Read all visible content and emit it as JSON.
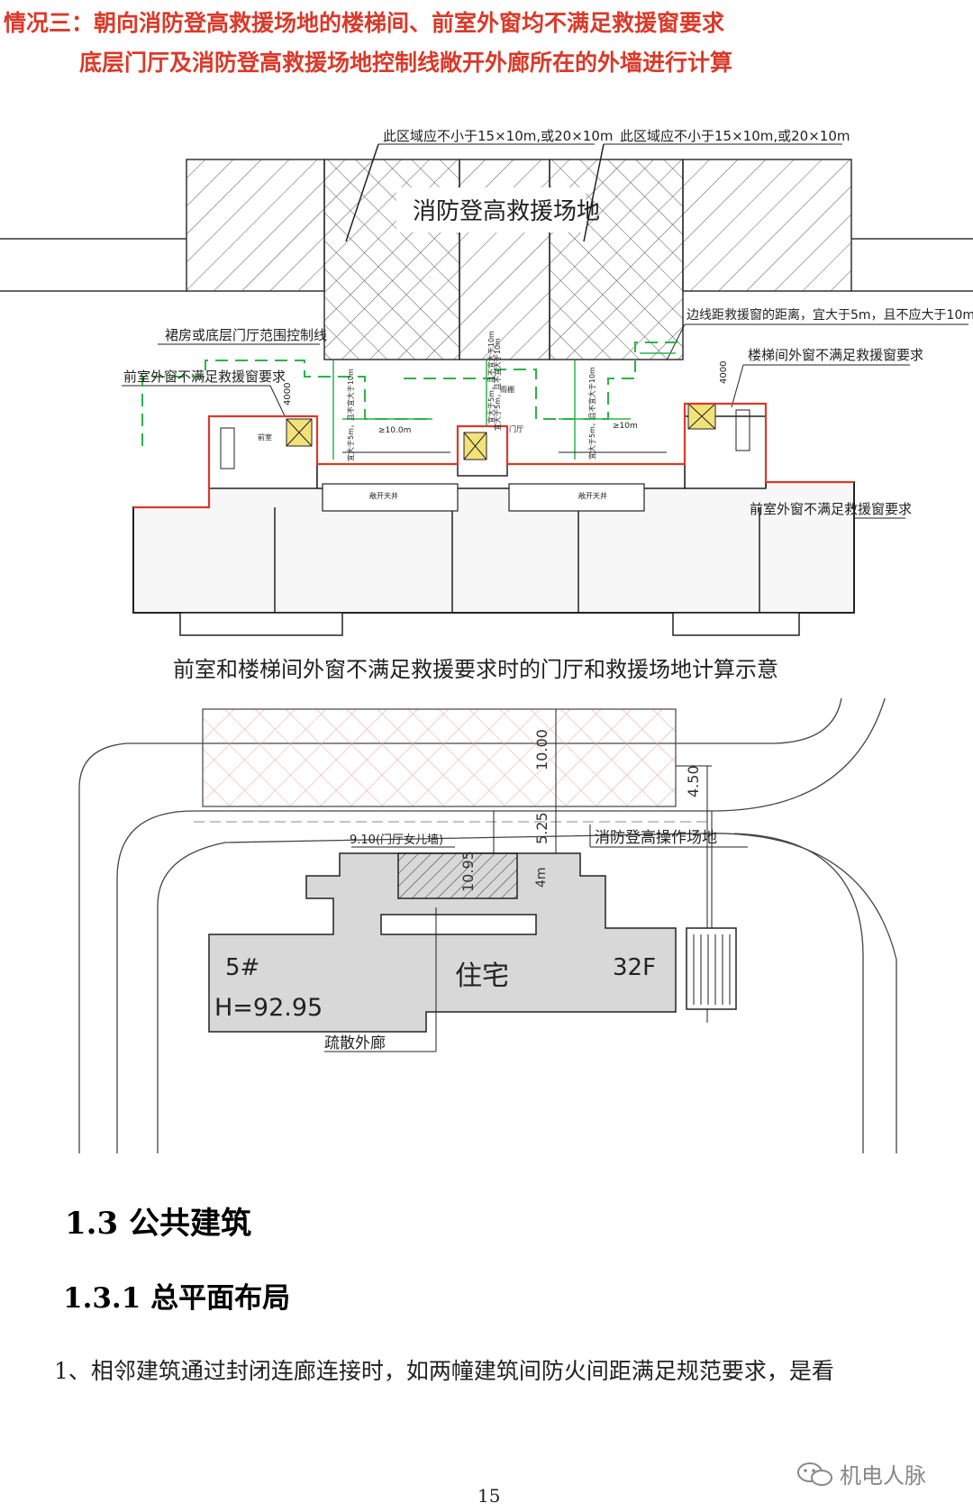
{
  "figure1": {
    "title_line1": "情况三：朝向消防登高救援场地的楼梯间、前室外窗均不满足救援窗要求",
    "title_line2": "底层门厅及消防登高救援场地控制线敞开外廊所在的外墙进行计算",
    "label_region_left": "此区域应不小于15×10m,或20×10m",
    "label_region_right": "此区域应不小于15×10m,或20×10m",
    "label_site": "消防登高救援场地",
    "label_edge_distance": "边线距救援窗的距离，宜大于5m，且不应大于10m",
    "label_control_line": "裙房或底层门厅范围控制线",
    "label_front_room_left": "前室外窗不满足救援窗要求",
    "label_stair_right": "楼梯间外窗不满足救援窗要求",
    "label_front_room_right": "前室外窗不满足救援窗要求",
    "dim_4000_left": "4000",
    "dim_4000_right": "4000",
    "dim_10m_left": "≥10.0m",
    "dim_10m_right": "≥10m",
    "dim_vertical_1": "宜大于5m，且不宜大于10m",
    "dim_vertical_2": "宜大于5m，且不宜大于10m",
    "dim_vertical_3": "宜大于5m，且不宜大于10m",
    "dim_vertical_4": "宜大于5m，且不宜大于10m",
    "room_front": "前室",
    "room_lobby": "门厅",
    "room_corridor_1": "敞开天井",
    "room_corridor_2": "敞开天井",
    "room_canopy": "雨棚",
    "caption": "前室和楼梯间外窗不满足救援要求时的门厅和救援场地计算示意",
    "colors": {
      "red": "#d93a2a",
      "green": "#2db34a",
      "hatch": "#444444",
      "floor_bg": "#f7f7f7"
    }
  },
  "figure2": {
    "dim_10": "10.00",
    "dim_450": "4.50",
    "dim_525": "5.25",
    "dim_1095": "10.95",
    "dim_4m": "4m",
    "parapet_label": "9.10(门厅女儿墙)",
    "site_label": "消防登高操作场地",
    "building_no": "5#",
    "building_height": "H=92.95",
    "building_use": "住宅",
    "floors": "32F",
    "gallery_label": "疏散外廊",
    "colors": {
      "site_hatch": "#e8a0a8",
      "building_fill": "#d8d8d8"
    }
  },
  "section": {
    "heading_13": "1.3 公共建筑",
    "heading_131": "1.3.1 总平面布局",
    "para_1": "1、相邻建筑通过封闭连廊连接时，如两幢建筑间防火间距满足规范要求，是看"
  },
  "footer": {
    "watermark": "机电人脉",
    "page_number": "15"
  }
}
